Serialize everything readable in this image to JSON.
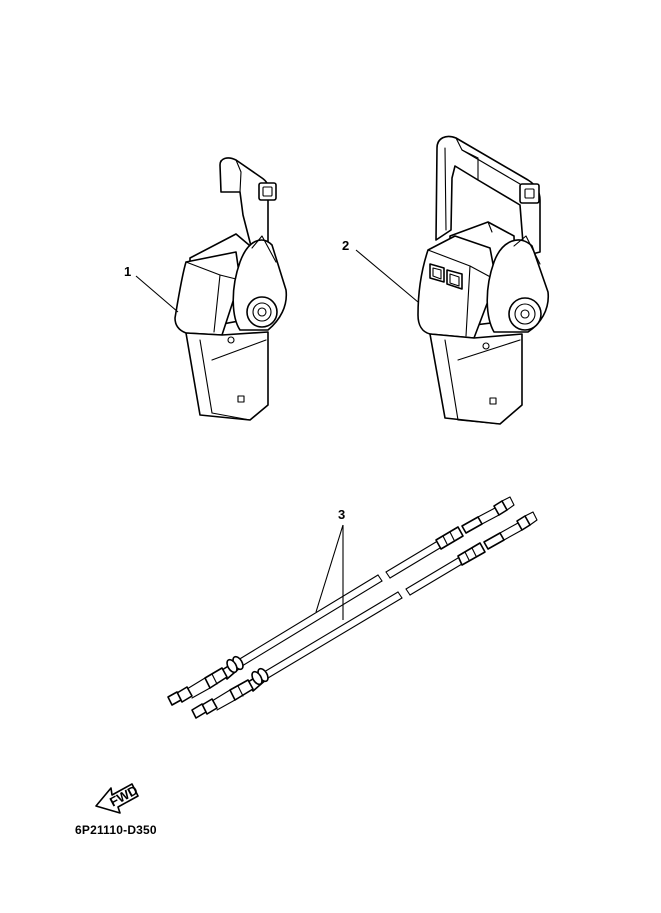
{
  "callouts": {
    "single_lever": "1",
    "dual_lever": "2",
    "cables": "3"
  },
  "fwd_arrow": {
    "label": "FWD",
    "icon": "forward-arrow-icon"
  },
  "part_code": "6P21110-D350"
}
